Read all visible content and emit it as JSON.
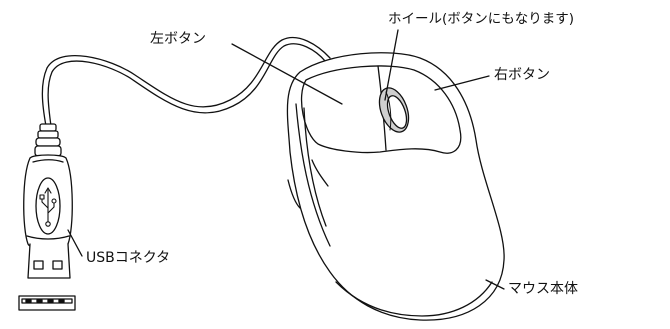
{
  "labels": {
    "left_button": "左ボタン",
    "wheel": "ホイール(ボタンにもなります)",
    "right_button": "右ボタン",
    "usb_connector": "USBコネクタ",
    "mouse_body": "マウス本体"
  },
  "colors": {
    "line": "#111111",
    "fill": "#ffffff",
    "wheel_fill": "#cfcfcf"
  }
}
